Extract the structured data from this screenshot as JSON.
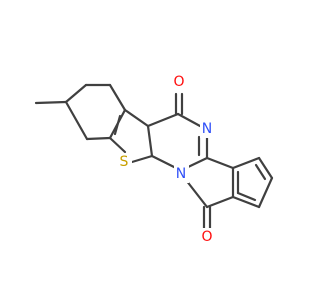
{
  "structure": {
    "labels": {
      "O_top": "O",
      "O_bottom": "O",
      "N_imine": "N",
      "N_ring": "N",
      "S": "S"
    },
    "colors": {
      "bond": "#404040",
      "oxygen": "#ff0d0d",
      "nitrogen": "#3050f8",
      "sulfur": "#c8a000"
    }
  }
}
